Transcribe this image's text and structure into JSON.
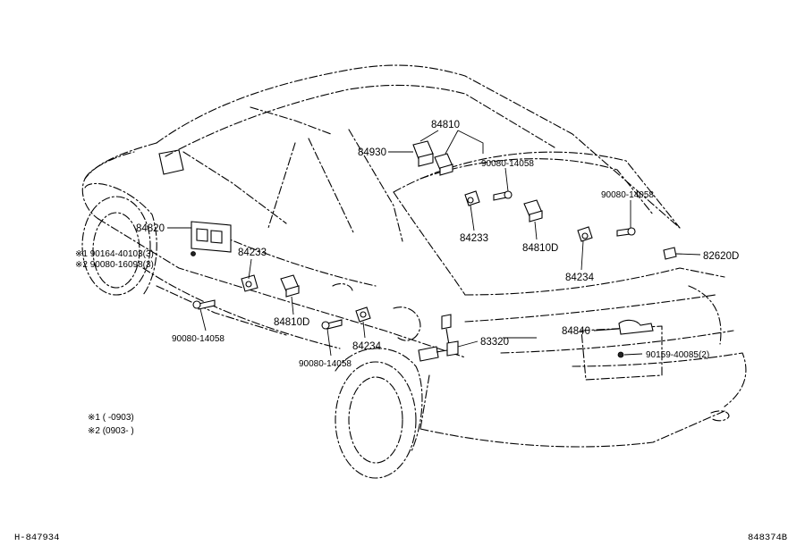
{
  "callouts": {
    "p84810": "84810",
    "p84930": "84930",
    "p90080_a": "90080-14058",
    "p90080_b": "90080-14058",
    "p84233_r": "84233",
    "p84810D_r": "84810D",
    "p84234_r": "84234",
    "p82620D": "82620D",
    "p84820": "84820",
    "p84233_l": "84233",
    "p84810D_l": "84810D",
    "p90080_c": "90080-14058",
    "p90080_d": "90080-14058",
    "p84234_l": "84234",
    "p83320": "83320",
    "p84840": "84840",
    "p90159": "90159-40085(2)"
  },
  "notes": {
    "n1_part": "※1  90164-40103(3)",
    "n2_part": "※2  90080-16098(3)",
    "legend1": "※1 (     -0903)",
    "legend2": "※2 (0903-      )"
  },
  "footer": {
    "left_code": "H-847934",
    "right_code": "848374B"
  }
}
